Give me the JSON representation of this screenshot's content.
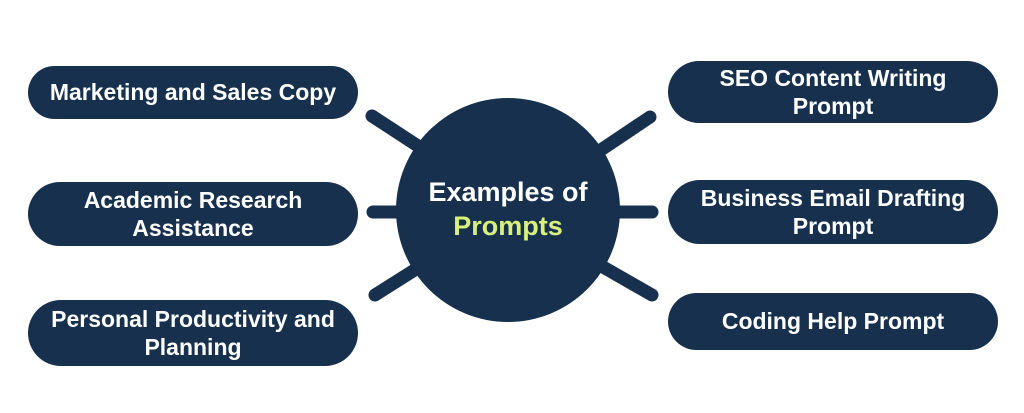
{
  "colors": {
    "navy": "#16304e",
    "green": "#d9f07c",
    "white": "#ffffff",
    "background": "#ffffff"
  },
  "center": {
    "title_line1": "Examples of",
    "title_line2": "Prompts"
  },
  "left_nodes": [
    {
      "label": "Marketing and Sales Copy"
    },
    {
      "label": "Academic Research Assistance"
    },
    {
      "label": "Personal Productivity and Planning"
    }
  ],
  "right_nodes": [
    {
      "label": "SEO Content Writing Prompt"
    },
    {
      "label": "Business Email Drafting Prompt"
    },
    {
      "label": "Coding Help Prompt"
    }
  ]
}
